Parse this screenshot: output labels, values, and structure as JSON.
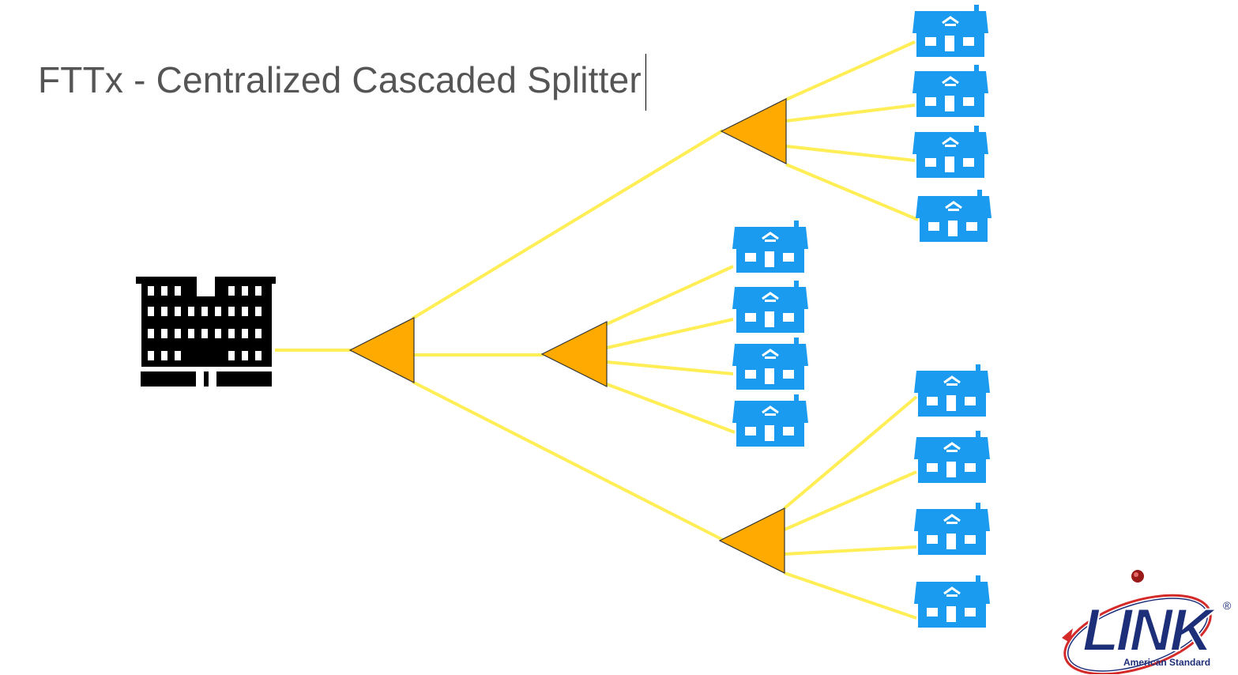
{
  "slide": {
    "title": "FTTx - Centralized Cascaded Splitter"
  },
  "diagram": {
    "source_icon": "office-building-icon",
    "splitter_icon": "splitter-triangle-icon",
    "home_icon": "house-icon",
    "splitter_color": "#FFAA00",
    "fiber_color": "#FFEE55",
    "home_color": "#1A9BF0",
    "building_color": "#000000"
  },
  "logo": {
    "mark": "LINK",
    "registered": "®",
    "tagline": "American Standard",
    "primary_color": "#1E2F7A",
    "swoosh_color": "#D42A2A"
  }
}
